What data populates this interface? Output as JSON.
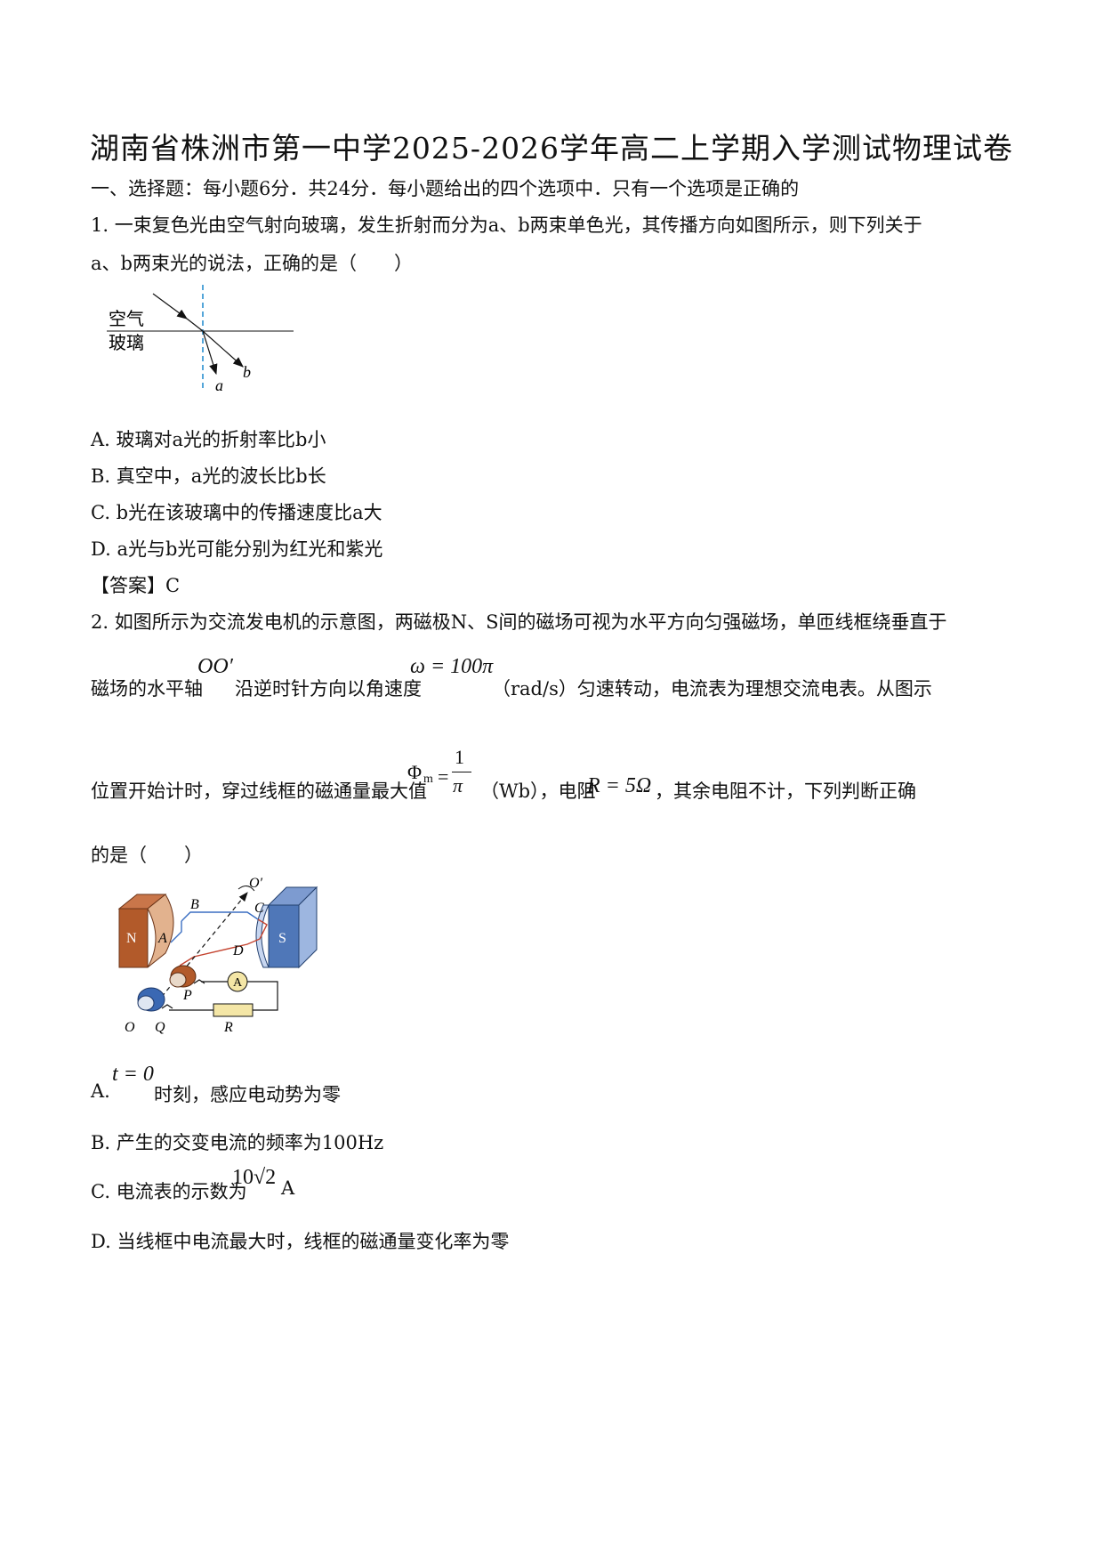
{
  "title": "湖南省株洲市第一中学2025-2026学年高二上学期入学测试物理试卷",
  "section1": "一、选择题：每小题6分．共24分．每小题给出的四个选项中．只有一个选项是正确的",
  "q1": {
    "line1": "1. 一束复色光由空气射向玻璃，发生折射而分为a、b两束单色光，其传播方向如图所示，则下列关于",
    "line2": "a、b两束光的说法，正确的是（　　）",
    "figure": {
      "air": "空气",
      "glass": "玻璃",
      "ray_a": "a",
      "ray_b": "b"
    },
    "options": [
      "A. 玻璃对a光的折射率比b小",
      "B. 真空中，a光的波长比b长",
      "C. b光在该玻璃中的传播速度比a大",
      "D. a光与b光可能分别为红光和紫光"
    ],
    "answer": "【答案】C"
  },
  "q2": {
    "line1": "2. 如图所示为交流发电机的示意图，两磁极N、S间的磁场可视为水平方向匀强磁场，单匝线框绕垂直于",
    "line2_a": "磁场的水平轴",
    "axis_formula": "OO′",
    "line2_b": "沿逆时针方向以角速度",
    "omega_formula": "ω = 100π",
    "line2_c": "（rad/s）匀速转动，电流表为理想交流电表。从图示",
    "line3_a": "位置开始计时，穿过线框的磁通量最大值",
    "phi_symbol": "Φ",
    "phi_sub": "m",
    "phi_eq": "=",
    "phi_num": "1",
    "phi_den": "π",
    "line3_b": "（Wb），电阻",
    "r_formula": "R = 5Ω",
    "line3_c": "，其余电阻不计，下列判断正确",
    "line4": "的是（　　）",
    "figure": {
      "n_pole": "N",
      "s_pole": "S",
      "label_b": "B",
      "label_c": "C",
      "label_a": "A",
      "label_d": "D",
      "label_o_prime": "O′",
      "label_o": "O",
      "label_p": "P",
      "label_q": "Q",
      "label_r": "R",
      "ammeter": "A"
    },
    "options": {
      "a_prefix": "A.",
      "a_formula": "t = 0",
      "a_text": "时刻，感应电动势为零",
      "b": "B. 产生的交变电流的频率为100Hz",
      "c_text": "C. 电流表的示数为",
      "c_formula": "10√2",
      "c_unit": "A",
      "d": "D. 当线框中电流最大时，线框的磁通量变化率为零"
    }
  }
}
